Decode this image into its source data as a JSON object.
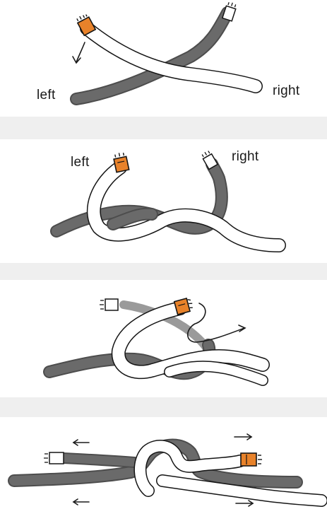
{
  "steps": [
    {
      "left_label": "left",
      "right_label": "right"
    },
    {
      "left_label": "left",
      "right_label": "right"
    },
    {},
    {}
  ],
  "colors": {
    "dark_rope": "#6a6a6a",
    "light_rope": "#ffffff",
    "rope_outline": "#151515",
    "orange_tip": "#e8822a",
    "background": "#ffffff",
    "separator": "#efefef"
  },
  "icons": [
    "rope-end-icon",
    "direction-arrow-icon"
  ]
}
